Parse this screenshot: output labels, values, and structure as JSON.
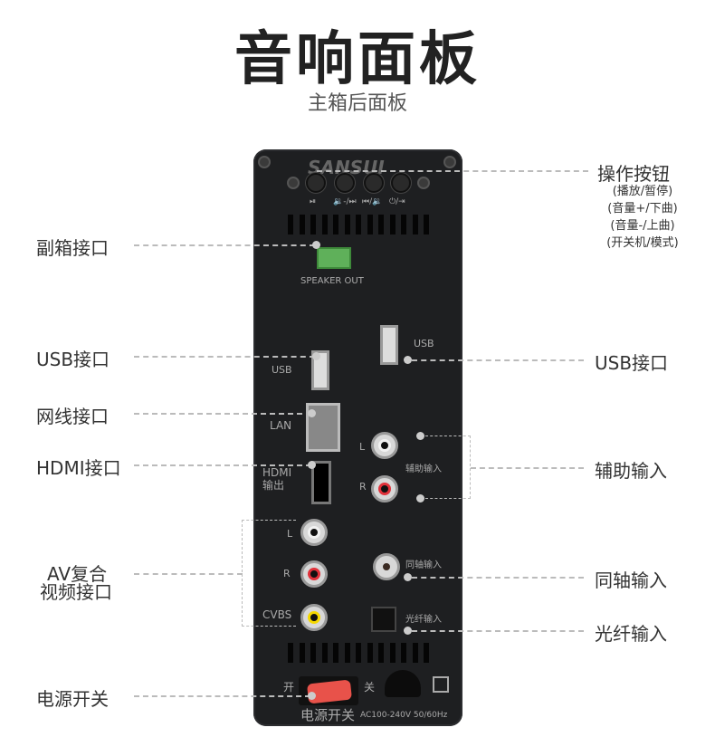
{
  "title": "音响面板",
  "subtitle": "主箱后面板",
  "panel": {
    "brand": "SANSUI",
    "speaker_out": "SPEAKER OUT",
    "usb_left": "USB",
    "usb_right": "USB",
    "lan": "LAN",
    "hdmi": "HDMI\n输出",
    "aux_l": "L",
    "aux_r": "R",
    "aux_in": "辅助输入",
    "av_l": "L",
    "av_r": "R",
    "cvbs": "CVBS",
    "coax_in": "同轴输入",
    "optical_in": "光纤输入",
    "on": "开",
    "off": "关",
    "power_switch": "电源开关",
    "power_spec": "AC100-240V 50/60Hz",
    "button_icons": [
      "⏯",
      "🔉-/⏭",
      "⏮/🔉",
      "⏻/⇥"
    ]
  },
  "left_labels": {
    "sub_speaker": "副箱接口",
    "usb": "USB接口",
    "lan": "网线接口",
    "hdmi": "HDMI接口",
    "av_line1": "AV复合",
    "av_line2": "视频接口",
    "power": "电源开关"
  },
  "right_labels": {
    "buttons": "操作按钮",
    "buttons_sub": [
      "(播放/暂停)",
      "(音量+/下曲)",
      "(音量-/上曲)",
      "(开关机/模式)"
    ],
    "usb": "USB接口",
    "aux": "辅助输入",
    "coax": "同轴输入",
    "optical": "光纤输入"
  },
  "colors": {
    "panel": "#1e1f21",
    "switch": "#e8524a",
    "terminal": "#5fb05a",
    "rca_red": "#e0313a",
    "rca_yellow": "#f5d800",
    "rca_white": "#f2f2f2"
  }
}
